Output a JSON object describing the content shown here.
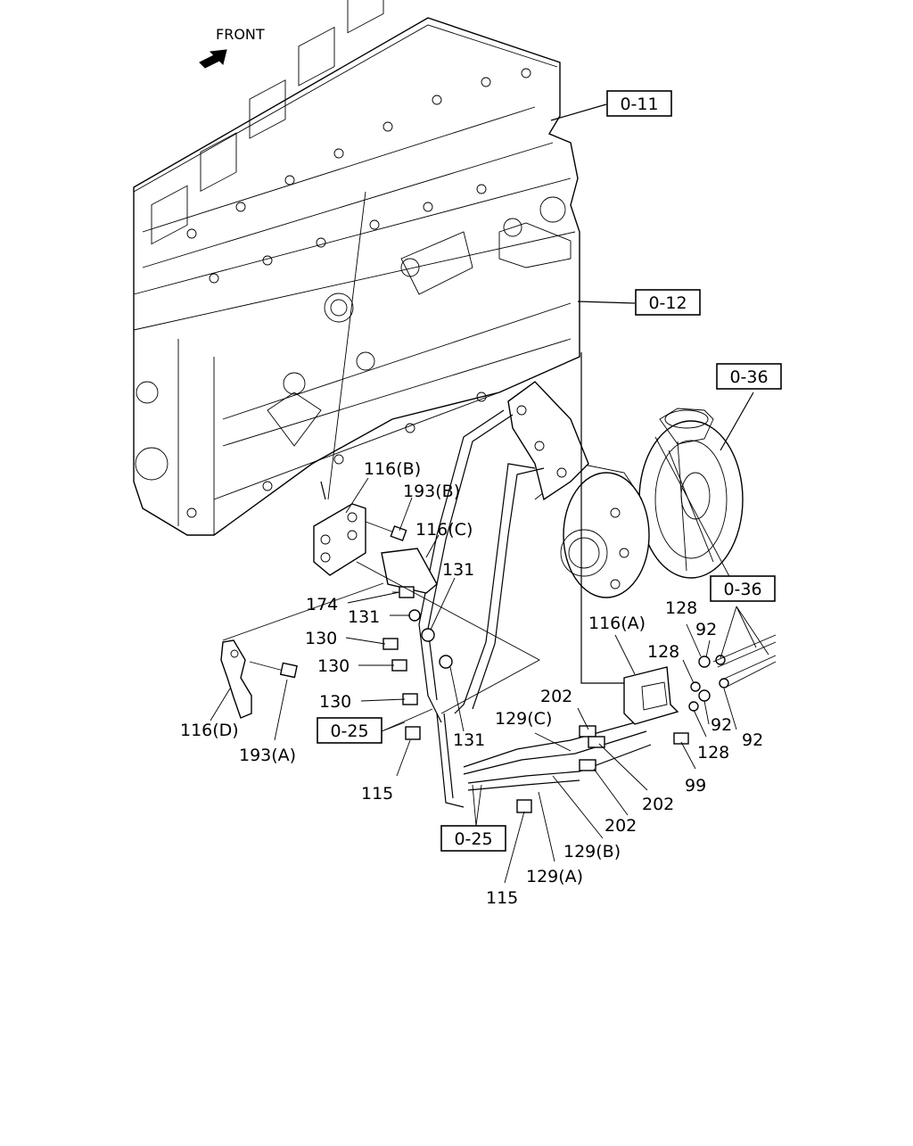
{
  "front_label": "FRONT",
  "references": {
    "r011": "0-11",
    "r012": "0-12",
    "r036a": "0-36",
    "r036b": "0-36",
    "r025a": "0-25",
    "r025b": "0-25"
  },
  "labels": {
    "l116b": "116(B)",
    "l193b": "193(B)",
    "l116c": "116(C)",
    "l131a": "131",
    "l174": "174",
    "l131b": "131",
    "l130a": "130",
    "l130b": "130",
    "l130c": "130",
    "l116d": "116(D)",
    "l193a": "193(A)",
    "l131c": "131",
    "l115a": "115",
    "l115b": "115",
    "l116a": "116(A)",
    "l128a": "128",
    "l92a": "92",
    "l128b": "128",
    "l92b": "92",
    "l92c": "92",
    "l128c": "128",
    "l99": "99",
    "l202a": "202",
    "l202b": "202",
    "l202c": "202",
    "l129c": "129(C)",
    "l129b": "129(B)",
    "l129a": "129(A)"
  },
  "icons": {
    "front_arrow": "front-arrow-icon"
  }
}
